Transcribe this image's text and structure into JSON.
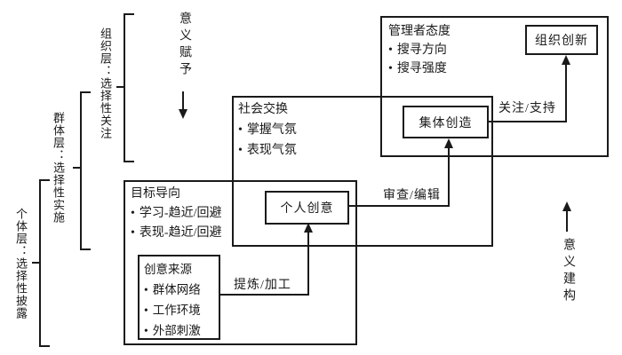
{
  "colors": {
    "background": "#ffffff",
    "line": "#1a1a1a",
    "text": "#1a1a1a"
  },
  "bullet_char": "•",
  "level_brackets": [
    {
      "id": "organization-level",
      "label": "组织层：选择性关注"
    },
    {
      "id": "group-level",
      "label": "群体层：选择性实施"
    },
    {
      "id": "individual-level",
      "label": "个体层：选择性披露"
    }
  ],
  "flow_annotations": {
    "meaning_giving": {
      "label": "意义赋予",
      "direction": "down"
    },
    "meaning_construction": {
      "label": "意义建构",
      "direction": "up"
    }
  },
  "group_boxes": {
    "manager_attitude": {
      "title": "管理者态度",
      "bullets": [
        "搜寻方向",
        "搜寻强度"
      ]
    },
    "social_exchange": {
      "title": "社会交换",
      "bullets": [
        "掌握气氛",
        "表现气氛"
      ]
    },
    "goal_orientation": {
      "title": "目标导向",
      "bullets": [
        "学习-趋近/回避",
        "表现-趋近/回避"
      ]
    },
    "idea_sources": {
      "title": "创意来源",
      "bullets": [
        "群体网络",
        "工作环境",
        "外部刺激"
      ]
    }
  },
  "node_boxes": {
    "organizational_innovation": "组织创新",
    "collective_creation": "集体创造",
    "personal_idea": "个人创意"
  },
  "arrows": [
    {
      "from": "创意来源",
      "to": "个人创意",
      "label": "提炼/加工"
    },
    {
      "from": "个人创意",
      "to": "集体创造",
      "label": "审查/编辑"
    },
    {
      "from": "集体创造",
      "to": "组织创新",
      "label": "关注/支持"
    }
  ]
}
